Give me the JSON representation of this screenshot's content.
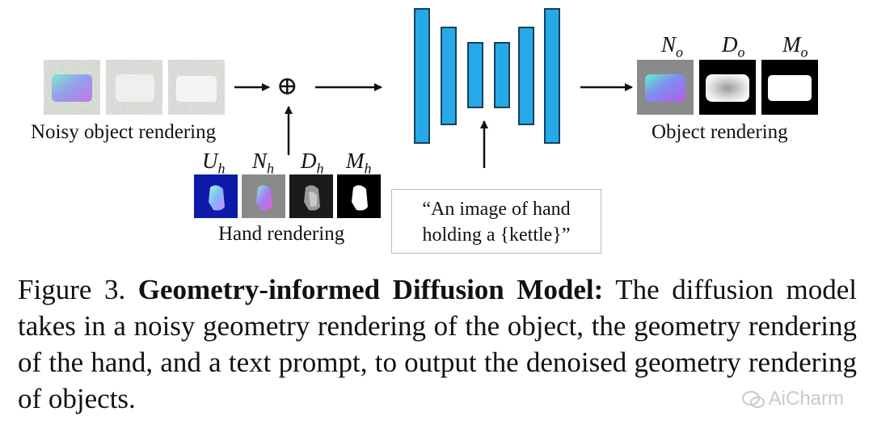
{
  "diagram": {
    "noisy_label": "Noisy object rendering",
    "hand_label": "Hand rendering",
    "object_label": "Object rendering",
    "plus_symbol": "⊕",
    "hand_inputs": [
      {
        "symbol": "U",
        "sub": "h"
      },
      {
        "symbol": "N",
        "sub": "h"
      },
      {
        "symbol": "D",
        "sub": "h"
      },
      {
        "symbol": "M",
        "sub": "h"
      }
    ],
    "object_outputs": [
      {
        "symbol": "N",
        "sub": "o"
      },
      {
        "symbol": "D",
        "sub": "o"
      },
      {
        "symbol": "M",
        "sub": "o"
      }
    ],
    "prompt_line1": "“An image of hand",
    "prompt_line2": "holding a {kettle}”",
    "unet_color": "#27a9e8"
  },
  "caption": {
    "prefix": "Figure 3. ",
    "bold": "Geometry-informed Diffusion Model:",
    "text": " The diffusion model takes in a noisy geometry rendering of the object, the geometry rendering of the hand, and a text prompt, to output the denoised geometry rendering of objects."
  },
  "watermark": {
    "text": "AiCharm"
  }
}
